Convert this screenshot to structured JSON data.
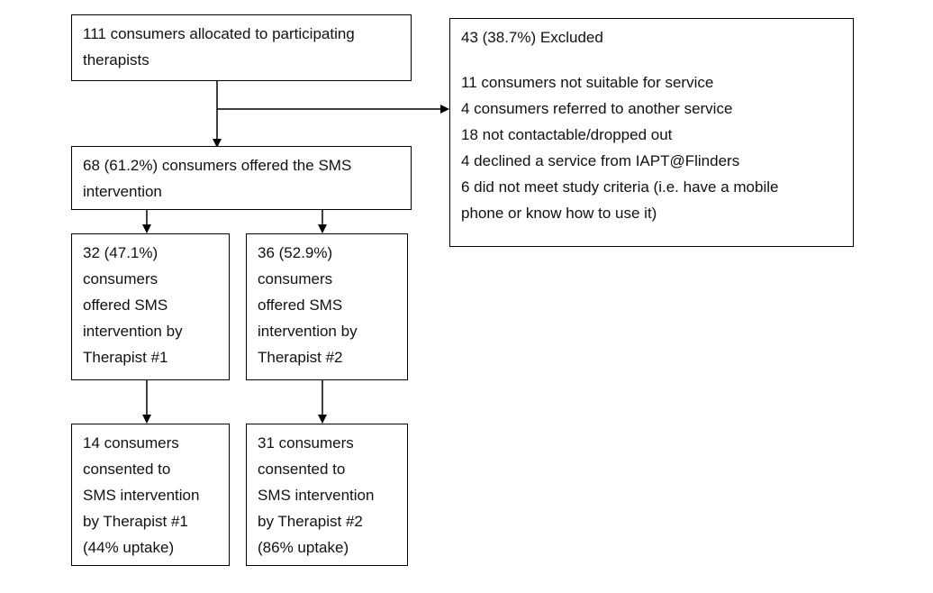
{
  "flowchart": {
    "allocated": {
      "lines": [
        "111 consumers allocated to participating",
        "therapists"
      ]
    },
    "excluded": {
      "heading": "43 (38.7%) Excluded",
      "reasons": [
        "11 consumers not suitable for service",
        "4 consumers referred to another service",
        "18 not contactable/dropped out",
        "4 declined a service from IAPT@Flinders",
        "6 did not meet study criteria (i.e. have a mobile",
        "phone or know how to use it)"
      ]
    },
    "offered": {
      "lines": [
        "68 (61.2%) consumers offered the SMS",
        "intervention"
      ]
    },
    "therapist1_offered": {
      "lines": [
        "32 (47.1%)",
        "consumers",
        "offered SMS",
        "intervention by",
        "Therapist #1"
      ]
    },
    "therapist2_offered": {
      "lines": [
        "36 (52.9%)",
        "consumers",
        "offered SMS",
        "intervention by",
        "Therapist #2"
      ]
    },
    "therapist1_consented": {
      "lines": [
        "14 consumers",
        "consented to",
        "SMS intervention",
        "by Therapist #1",
        "(44% uptake)"
      ]
    },
    "therapist2_consented": {
      "lines": [
        "31 consumers",
        "consented to",
        "SMS intervention",
        "by Therapist #2",
        "(86% uptake)"
      ]
    }
  }
}
